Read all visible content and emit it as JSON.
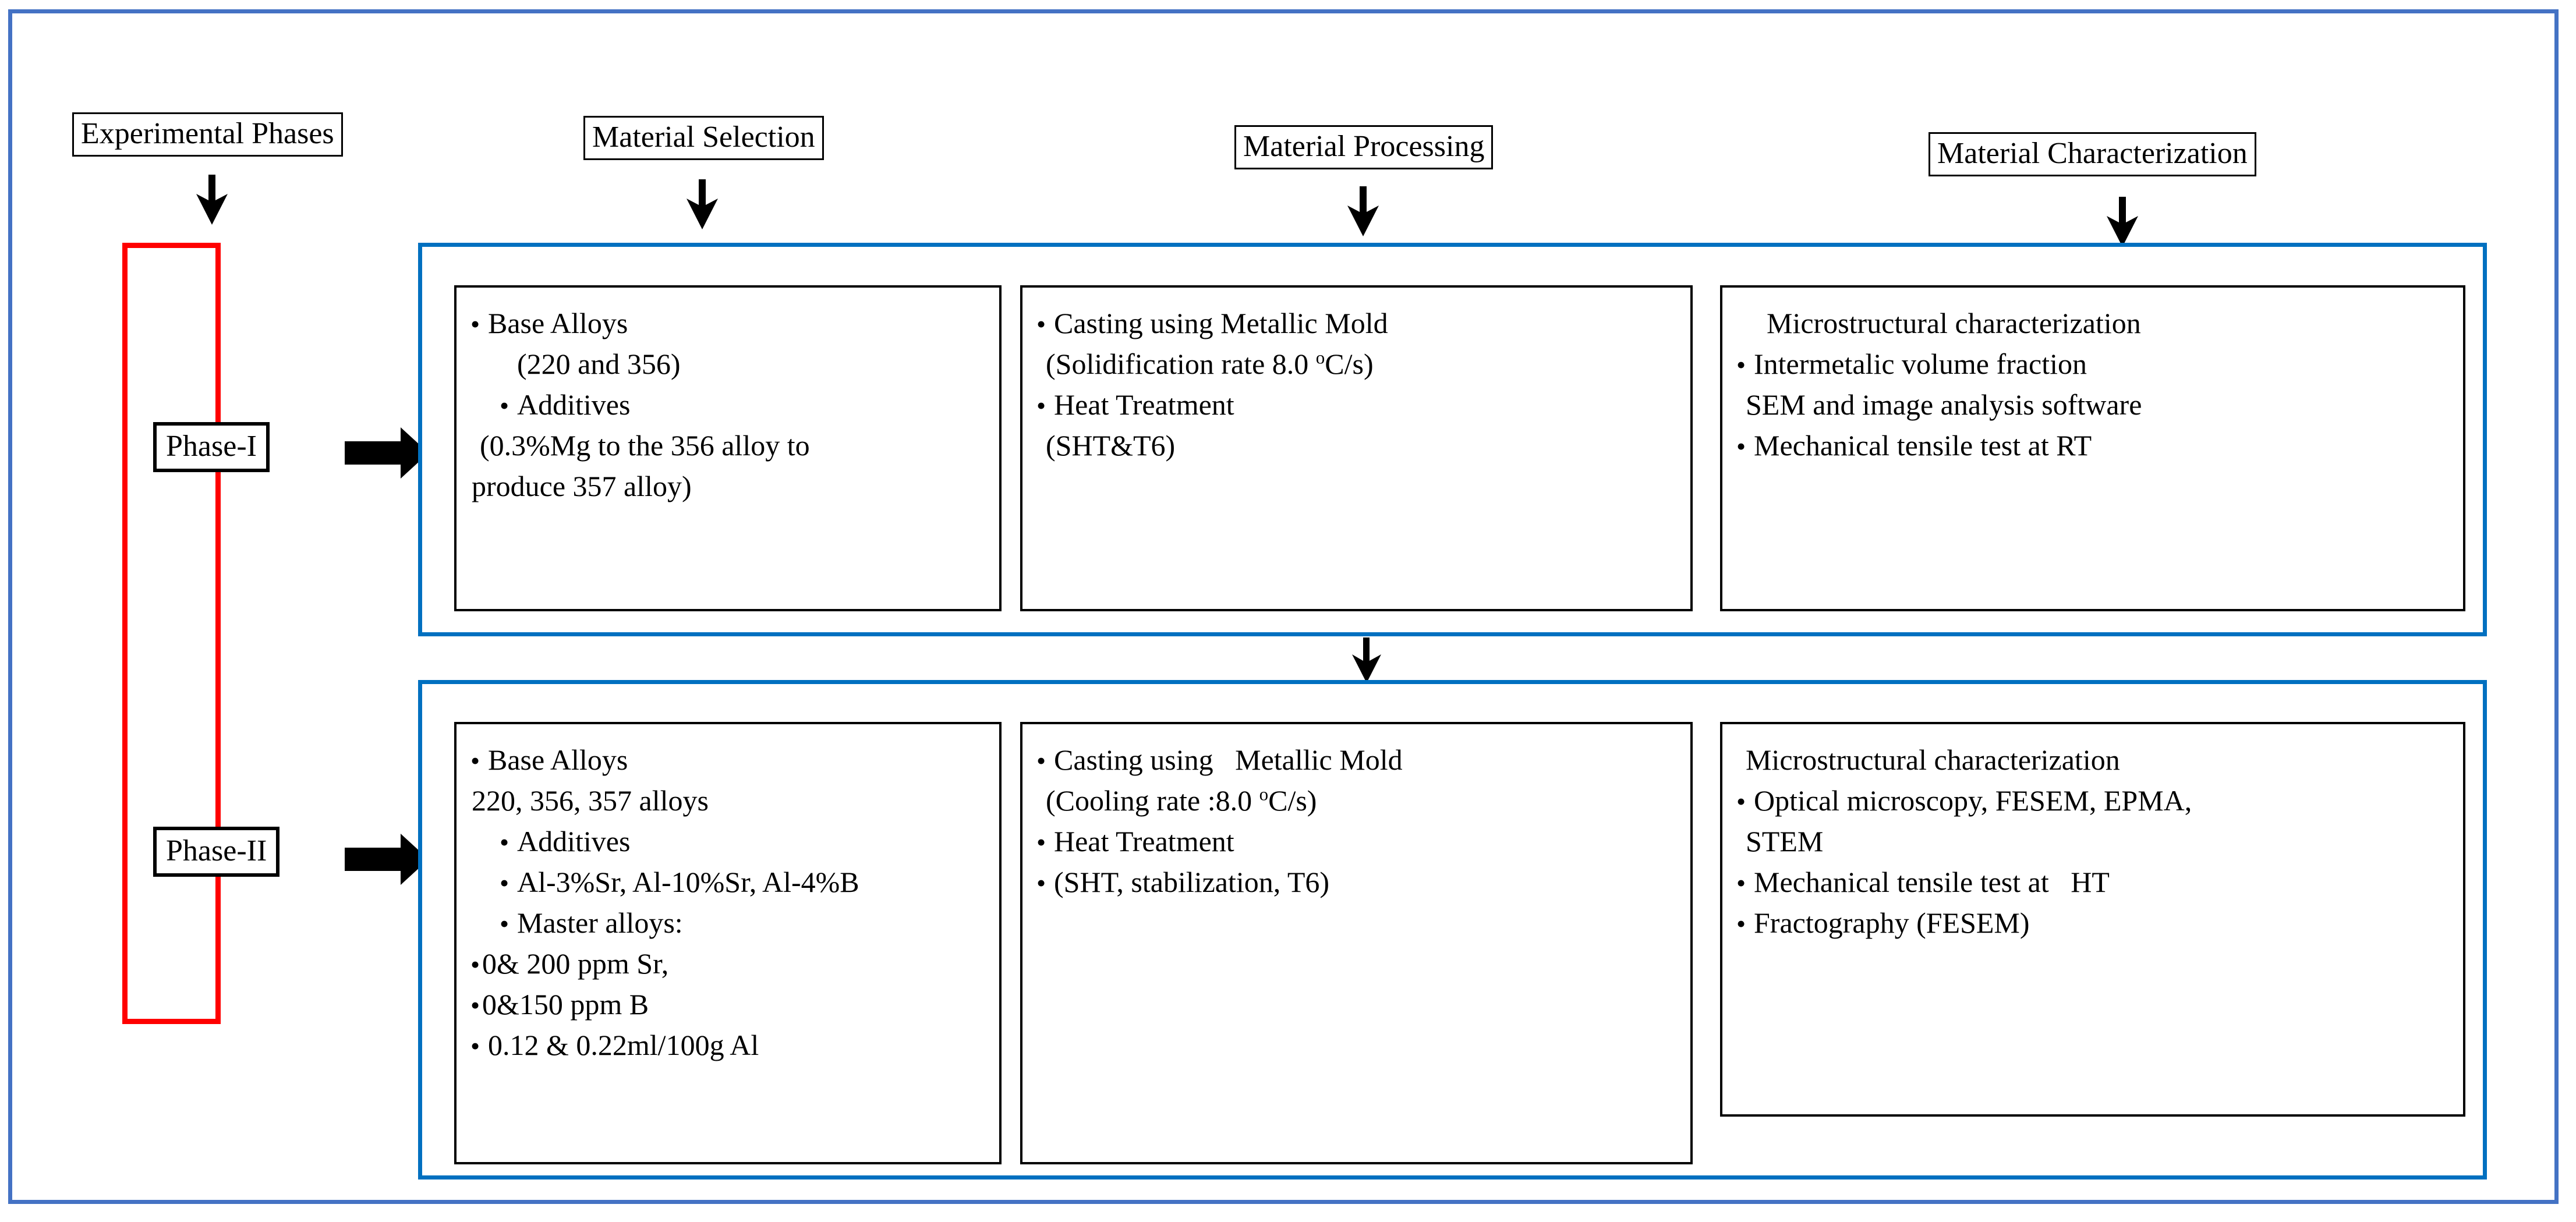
{
  "colors": {
    "outer_border": "#4472C4",
    "panel_border": "#0070C0",
    "rail_border": "#FF0000",
    "box_border": "#000000",
    "text": "#000000",
    "background": "#FFFFFF"
  },
  "headers": {
    "experimental_phases": "Experimental Phases",
    "material_selection": "Material Selection",
    "material_processing": "Material Processing",
    "material_characterization": "Material Characterization"
  },
  "phases": {
    "phase_1_label": "Phase-I",
    "phase_2_label": "Phase-II"
  },
  "phase_1": {
    "material_selection": {
      "lines": [
        "Base Alloys",
        "(220 and 356)",
        "Additives",
        "(0.3%Mg to the 356 alloy to",
        "produce 357 alloy)"
      ]
    },
    "material_processing": {
      "lines": [
        "Casting using Metallic Mold",
        "(Solidification rate 8.0 ",
        "C/s)",
        "Heat Treatment",
        "(SHT&T6)"
      ],
      "solidification_full": "(Solidification rate 8.0 ºC/s)",
      "degree_symbol": "o"
    },
    "material_characterization": {
      "lines": [
        "Microstructural characterization",
        "Intermetalic volume fraction",
        "SEM and image analysis software",
        "Mechanical tensile test at RT"
      ]
    }
  },
  "phase_2": {
    "material_selection": {
      "lines": [
        "Base Alloys",
        "220, 356, 357 alloys",
        "Additives",
        "Al-3%Sr, Al-10%Sr, Al-4%B",
        "Master alloys:",
        "0& 200 ppm Sr,",
        "0&150 ppm B",
        "0.12 & 0.22ml/100g Al"
      ]
    },
    "material_processing": {
      "lines": [
        "Casting using   Metallic Mold",
        "(Cooling rate :8.0 ",
        "C/s)",
        "Heat Treatment",
        "(SHT, stabilization, T6)"
      ],
      "cooling_full": "(Cooling rate :8.0 ºC/s)",
      "degree_symbol": "o"
    },
    "material_characterization": {
      "lines": [
        "Microstructural characterization",
        "Optical microscopy, FESEM, EPMA,",
        "STEM",
        "Mechanical tensile test at   HT",
        "Fractography (FESEM)"
      ]
    }
  },
  "icons": {
    "down_arrow": "down-arrow-icon",
    "right_arrow": "right-arrow-icon"
  }
}
